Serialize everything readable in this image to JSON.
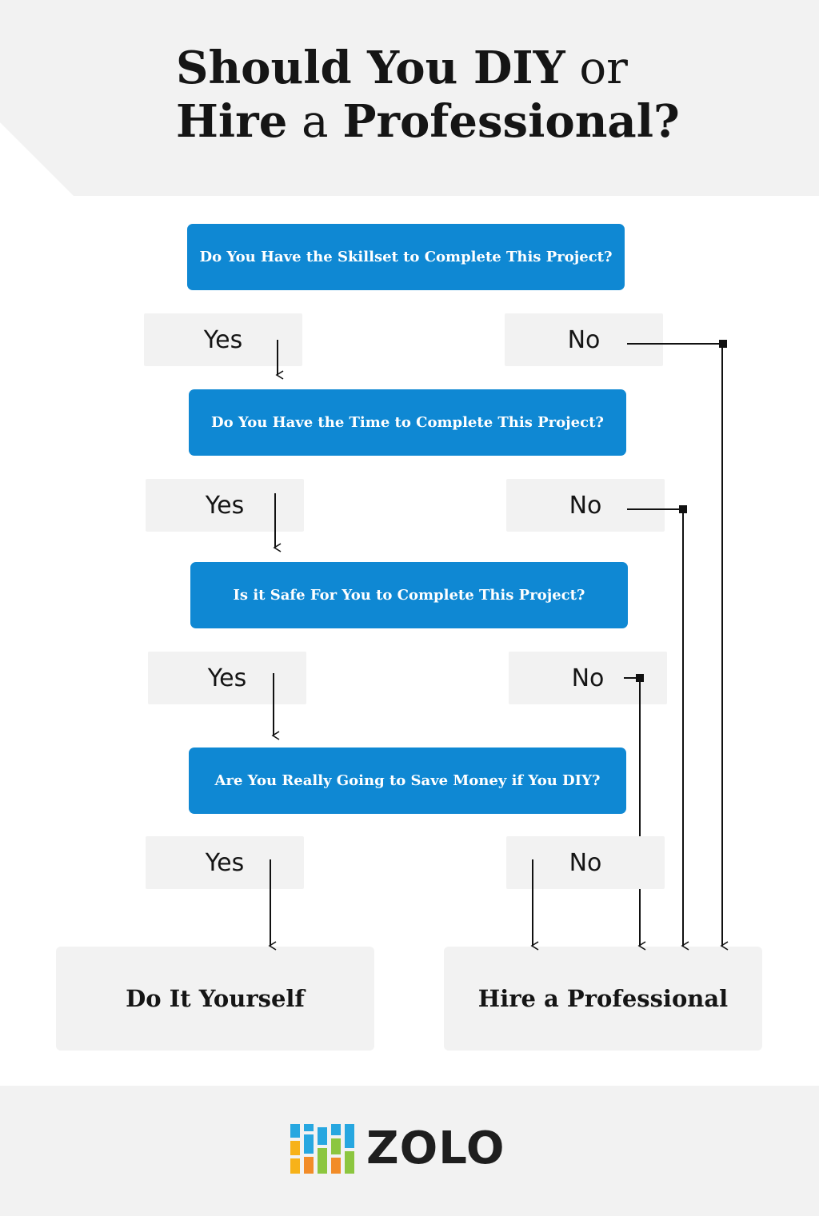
{
  "title": {
    "line1_bold": "Should You DIY",
    "line1_plain": "or",
    "line2_bold_a": "Hire",
    "line2_plain": "a",
    "line2_bold_b": "Professional?"
  },
  "questions": [
    "Do You Have the Skillset to Complete This Project?",
    "Do You Have the Time to Complete This Project?",
    "Is it Safe For You to Complete This Project?",
    "Are You Really Going to Save Money if You DIY?"
  ],
  "answers": {
    "yes": "Yes",
    "no": "No"
  },
  "results": {
    "diy": "Do It Yourself",
    "pro": "Hire a Professional"
  },
  "brand": {
    "name": "ZOLO"
  },
  "colors": {
    "question_bg": "#0f88d3",
    "box_bg": "#f2f2f2",
    "text": "#151515"
  }
}
